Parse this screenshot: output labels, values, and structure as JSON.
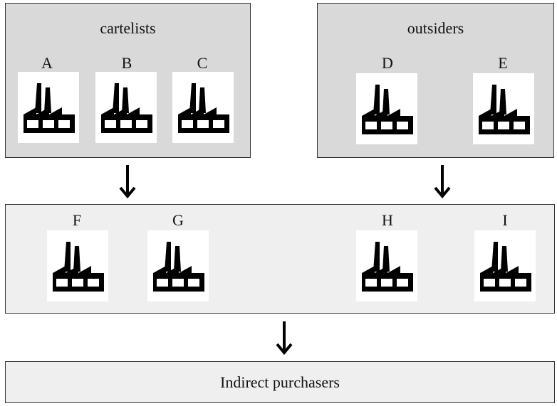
{
  "groups": {
    "cartelists": {
      "title": "cartelists",
      "firms": [
        "A",
        "B",
        "C"
      ]
    },
    "outsiders": {
      "title": "outsiders",
      "firms": [
        "D",
        "E"
      ]
    },
    "intermediate": {
      "firms": [
        "F",
        "G",
        "H",
        "I"
      ]
    },
    "indirect": {
      "label": "Indirect purchasers"
    }
  },
  "icons": {
    "firm": "factory-icon",
    "flow": "arrow-down-icon"
  },
  "colors": {
    "upper_box": "#d9d9d9",
    "middle_box": "#efefef",
    "lower_box": "#efefef",
    "icon": "#000000"
  }
}
